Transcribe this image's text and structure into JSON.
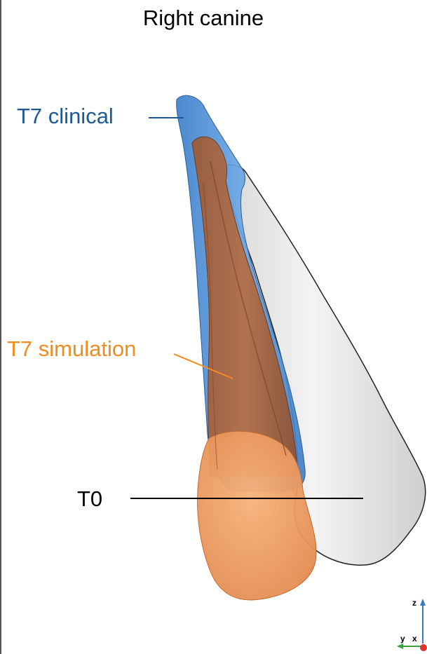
{
  "figure": {
    "title": "Right canine",
    "labels": {
      "clinical": "T7 clinical",
      "simulation": "T7 simulation",
      "baseline": "T0"
    },
    "axes": {
      "z": "z",
      "y": "y",
      "x": "x"
    },
    "colors": {
      "clinical": "#4f90d6",
      "simulation": "#e8915a",
      "baseline": "#ececec",
      "clinical_text": "#1d5a91",
      "simulation_text": "#f08c22"
    }
  }
}
